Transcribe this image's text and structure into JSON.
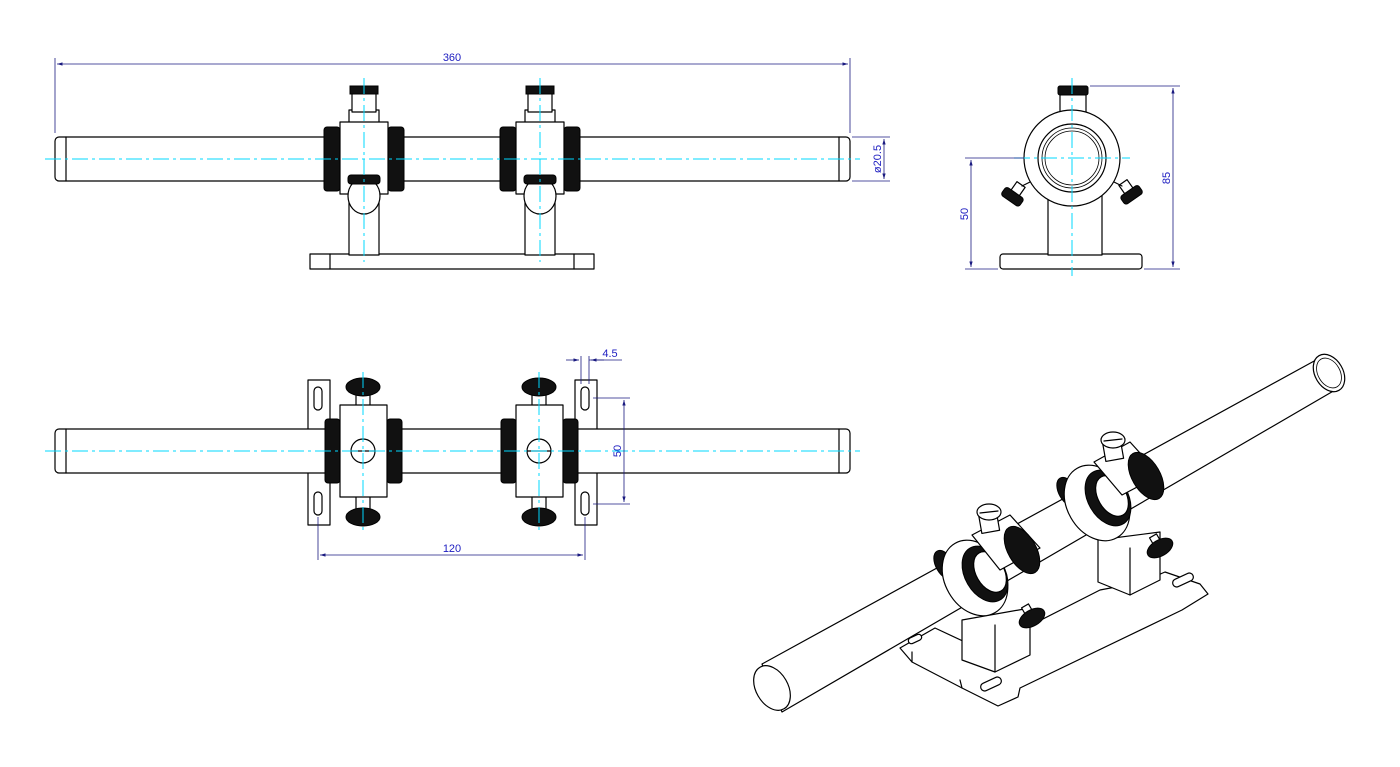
{
  "dimensions": {
    "overall_length": "360",
    "rod_diameter": "ø20.5",
    "side_height_total": "85",
    "side_axis_height": "50",
    "slot_width": "4.5",
    "base_slot_spacing": "50",
    "hole_spacing": "120"
  },
  "colors": {
    "outline": "#000000",
    "centerline": "#00d8ff",
    "dimension_text": "#1c1cc0",
    "knurl": "#111111"
  }
}
